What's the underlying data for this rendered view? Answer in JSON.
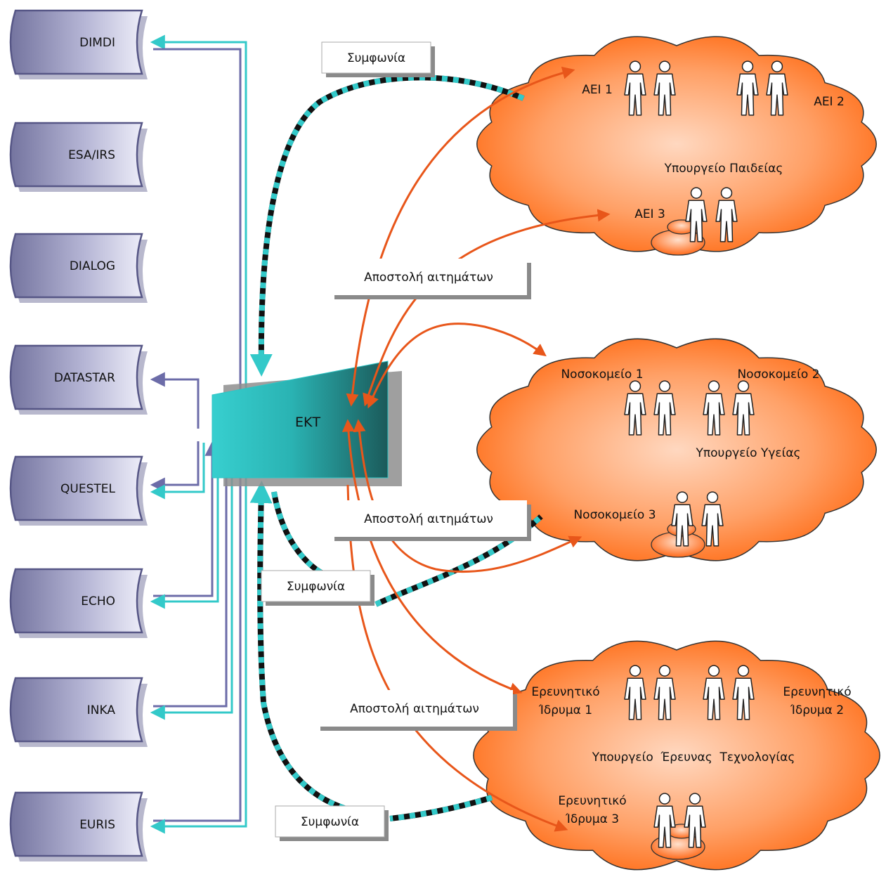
{
  "databases": [
    "DIMDI",
    "ESA/IRS",
    "DIALOG",
    "DATASTAR",
    "QUESTEL",
    "ECHO",
    "INKA",
    "EURIS"
  ],
  "center": {
    "label": "ΕΚΤ"
  },
  "clouds": [
    {
      "ministry": "Υπουργείο Παιδείας",
      "units": [
        [
          "ΑΕΙ 1"
        ],
        [
          "ΑΕΙ 2"
        ],
        [
          "ΑΕΙ 3"
        ]
      ]
    },
    {
      "ministry": "Υπουργείο Υγείας",
      "units": [
        [
          "Νοσοκομείο 1"
        ],
        [
          "Νοσοκομείο 2"
        ],
        [
          "Νοσοκομείο 3"
        ]
      ]
    },
    {
      "ministry": "Υπουργείο  Έρευνας  Τεχνολογίας",
      "units": [
        [
          "Ερευνητικό",
          "Ίδρυμα 1"
        ],
        [
          "Ερευνητικό",
          "Ίδρυμα 2"
        ],
        [
          "Ερευνητικό",
          "Ίδρυμα 3"
        ]
      ]
    }
  ],
  "agreement_label": "Συμφωνία",
  "request_label": "Αποστολή αιτημάτων",
  "colors": {
    "db_fill_dark": "#7c7cae",
    "db_fill_light": "#e2e2f2",
    "db_border": "#5a5a8a",
    "teal": "#33c9c9",
    "teal_dark": "#1b5f5f",
    "orange": "#e8561a",
    "cloud_outer": "#ff6a10",
    "cloud_inner": "#ffc7a2",
    "line_violet": "#6c6ca8"
  }
}
